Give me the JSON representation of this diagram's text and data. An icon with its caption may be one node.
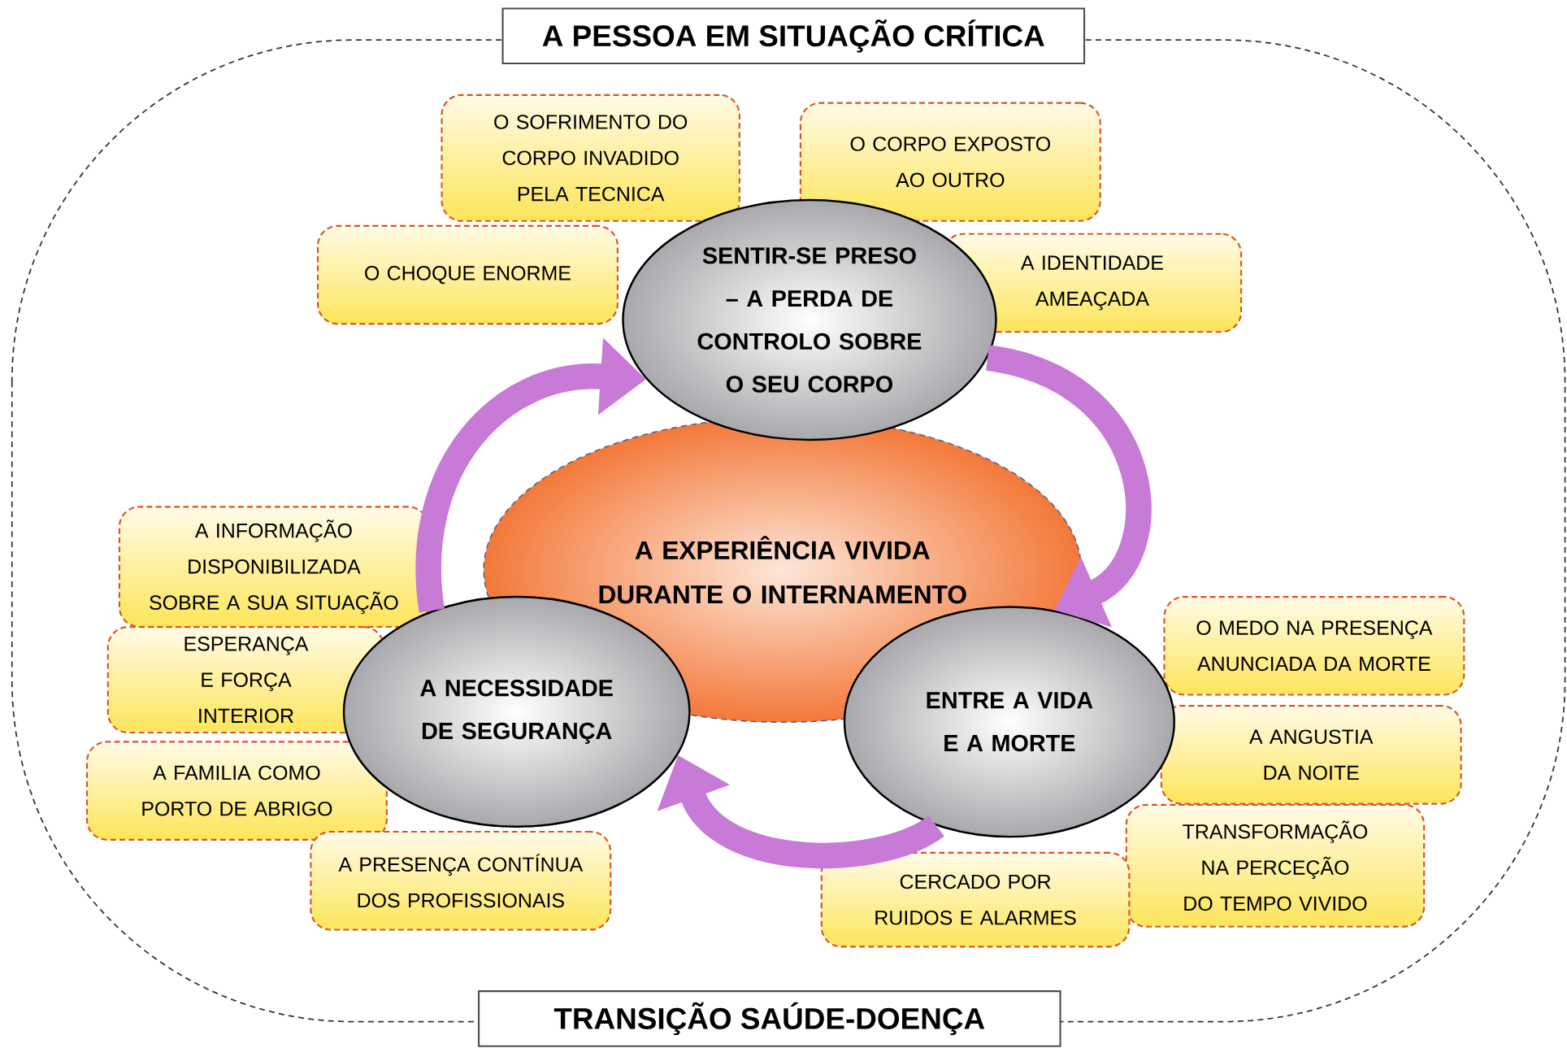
{
  "diagram": {
    "nodes": [
      {
        "text": [
          "A PESSOA EM SITUAÇÃO CRÍTICA"
        ]
      },
      {
        "text": [
          "A EXPERIÊNCIA VIVIDA DURANTE O INTERNAMENTO"
        ]
      },
      {
        "text": [
          "SENTIR-SE PRESO – A PERDA DE CONTROLO SOBRE O SEU CORPO"
        ]
      },
      {
        "text": [
          "ENTRE A VIDA E A MORTE"
        ]
      },
      {
        "text": [
          "A NECESSIDADE DE SEGURANÇA"
        ]
      },
      {
        "text": [
          "O SOFRIMENTO DO CORPO INVADIDO PELA TECNICA"
        ]
      },
      {
        "text": [
          "O CORPO EXPOSTO AO OUTRO"
        ]
      },
      {
        "text": [
          "O CHOQUE ENORME"
        ]
      },
      {
        "text": [
          "A IDENTIDADE AMEAÇADA"
        ]
      },
      {
        "text": [
          "A INFORMAÇÃO DISPONIBILIZADA SOBRE A SUA SITUAÇÃO"
        ]
      },
      {
        "text": [
          "ESPERANÇA E FORÇA INTERIOR"
        ]
      },
      {
        "text": [
          "A FAMILIA COMO PORTO DE ABRIGO"
        ]
      },
      {
        "text": [
          "A PRESENÇA CONTÍNUA DOS PROFISSIONAIS"
        ]
      },
      {
        "text": [
          "O MEDO NA PRESENÇA ANUNCIADA DA MORTE"
        ]
      },
      {
        "text": [
          "A ANGUSTIA DA NOITE"
        ]
      },
      {
        "text": [
          "TRANSFORMAÇÃO NA PERCEÇÃO DO TEMPO VIVIDO"
        ]
      },
      {
        "text": [
          "CERCADO POR RUIDOS E ALARMES"
        ]
      },
      {
        "text": [
          "TRANSIÇÃO SAÚDE-DOENÇA"
        ]
      }
    ],
    "edges": [
      {
        "from": 4,
        "to": 2,
        "arrow": "to"
      },
      {
        "from": 2,
        "to": 3,
        "arrow": "to"
      },
      {
        "from": 3,
        "to": 4,
        "arrow": "to"
      }
    ]
  }
}
